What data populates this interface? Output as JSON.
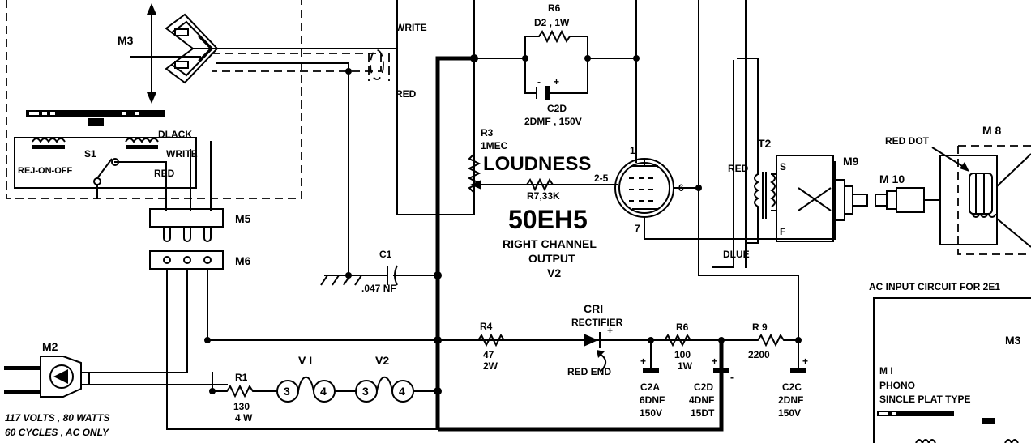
{
  "labels": {
    "m3": "M3",
    "white_top": "WRITE",
    "red_top": "RED",
    "black": "DLACK",
    "white_mid": "WRITE",
    "s1": "S1",
    "rej": "REJ-ON-OFF",
    "red_mid": "RED",
    "m5": "M5",
    "m6": "M6",
    "m2": "M2",
    "power1": "117 VOLTS , 80 WATTS",
    "power2": "60 CYCLES , AC ONLY",
    "r1": "R1",
    "r1_val": "130",
    "r1_w": "4 W",
    "v1": "V I",
    "v2": "V2",
    "c1": "C1",
    "c1_val": ".047 NF",
    "r6_top": "R6",
    "r6_top_val": "D2 , 1W",
    "c2d_top": "C2D",
    "c2d_top_val": "2DMF , 150V",
    "r3": "R3",
    "r3_val": "1MEC",
    "loudness": "LOUDNESS",
    "r7": "R7,33K",
    "pin_25": "2-5",
    "pin_1": "1",
    "pin_6": "6",
    "pin_7": "7",
    "tube": "50EH5",
    "channel1": "RIGHT CHANNEL",
    "channel2": "OUTPUT",
    "channel3": "V2",
    "t2": "T2",
    "red_t2": "RED",
    "blue": "DLUE",
    "t2_s": "S",
    "t2_f": "F",
    "m9": "M9",
    "m10": "M 10",
    "m8": "M 8",
    "red_dot": "RED DOT",
    "r4": "R4",
    "r4_val": "47",
    "r4_w": "2W",
    "cr1": "CRI",
    "rectifier": "RECTIFIER",
    "red_end": "RED END",
    "r6_b": "R6",
    "r6_b_val": "100",
    "r6_b_w": "1W",
    "r9": "R 9",
    "r9_val": "2200",
    "c2a": "C2A",
    "c2a_val": "6DNF",
    "c2a_v": "150V",
    "c2d": "C2D",
    "c2d_val": "4DNF",
    "c2d_v": "15DT",
    "c2c": "C2C",
    "c2c_val": "2DNF",
    "c2c_v": "150V",
    "plus": "+",
    "minus": "-",
    "v_pin3": "3",
    "v_pin4": "4",
    "ac_input": "AC INPUT CIRCUIT FOR 2E1",
    "inset_m3": "M3",
    "inset_m1": "M I",
    "inset_phono": "PHONO",
    "inset_single": "SINCLE PLAT TYPE"
  }
}
